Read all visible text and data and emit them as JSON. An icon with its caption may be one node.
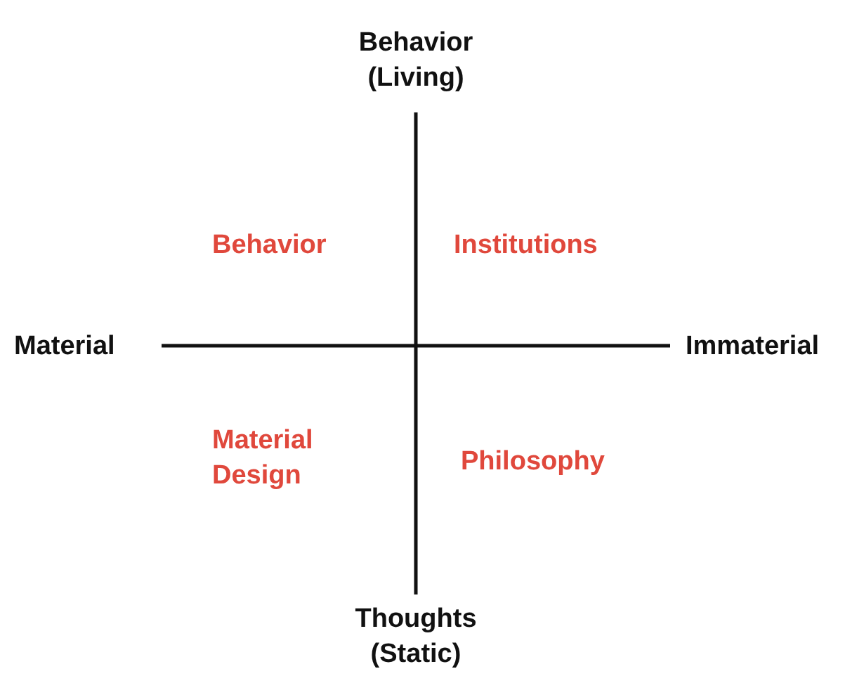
{
  "diagram": {
    "labels": [
      "Behavior (Living)",
      "Behavior",
      "Institutions",
      "Material",
      "Immaterial",
      "Material Design",
      "Philosophy",
      "Thoughts (Static)"
    ]
  }
}
